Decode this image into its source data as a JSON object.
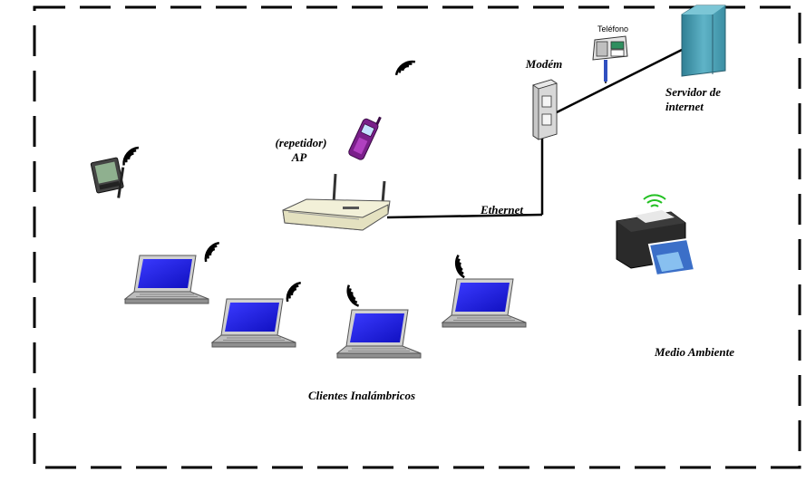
{
  "diagram": {
    "labels": {
      "telefono": "Teléfono",
      "modem": "Modém",
      "servidor_line1": "Servidor de",
      "servidor_line2": "internet",
      "repetidor": "(repetidor)",
      "ap": "AP",
      "ethernet": "Ethernet",
      "medio_ambiente": "Medio Ambiente",
      "clientes": "Clientes Inalámbricos"
    },
    "colors": {
      "border": "#000000",
      "laptop_screen": "#2a2aff",
      "laptop_body": "#c8c8c8",
      "server": "#4a9aae",
      "phone": "#7a1f8a",
      "router": "#f2f0d8",
      "wifi_green": "#22c022"
    },
    "icons": [
      "pda-icon",
      "mobile-phone-icon",
      "telephone-icon",
      "modem-icon",
      "server-icon",
      "router-icon",
      "printer-icon",
      "laptop-icon"
    ]
  }
}
